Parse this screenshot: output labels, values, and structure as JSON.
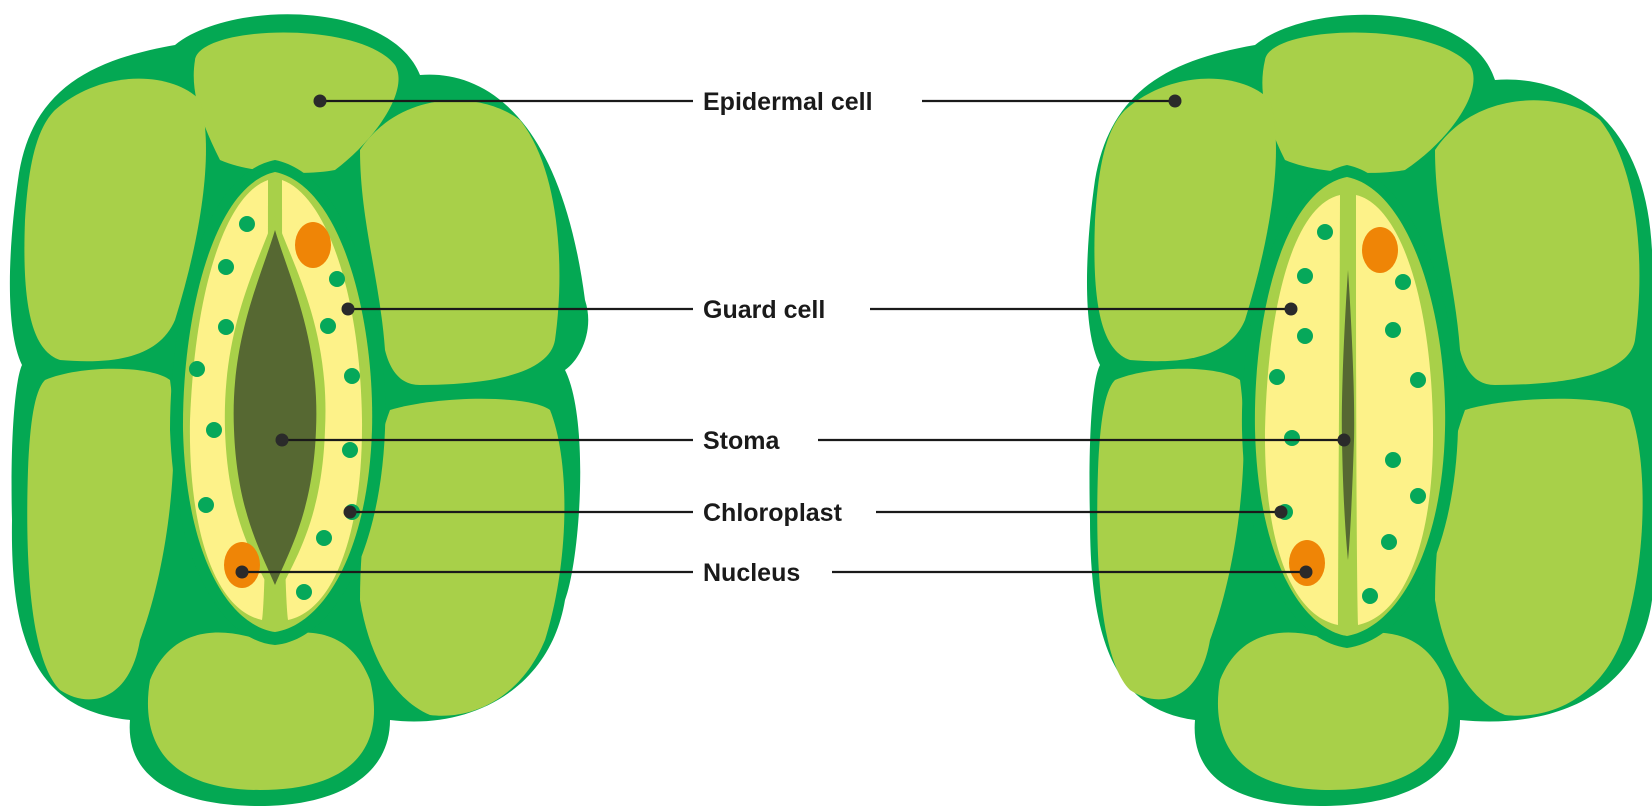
{
  "labels": {
    "epidermal_cell": "Epidermal cell",
    "guard_cell": "Guard cell",
    "stoma": "Stoma",
    "chloroplast": "Chloroplast",
    "nucleus": "Nucleus"
  },
  "colors": {
    "cell_outline": "#04a853",
    "epidermal_fill": "#a8d049",
    "guard_cell_fill": "#fdf289",
    "chloroplast": "#06a85a",
    "nucleus": "#ef8506",
    "stoma_pore": "#566832",
    "label_text": "#1a1a1a"
  },
  "diagrams": [
    {
      "state": "open stoma"
    },
    {
      "state": "closed stoma"
    }
  ]
}
